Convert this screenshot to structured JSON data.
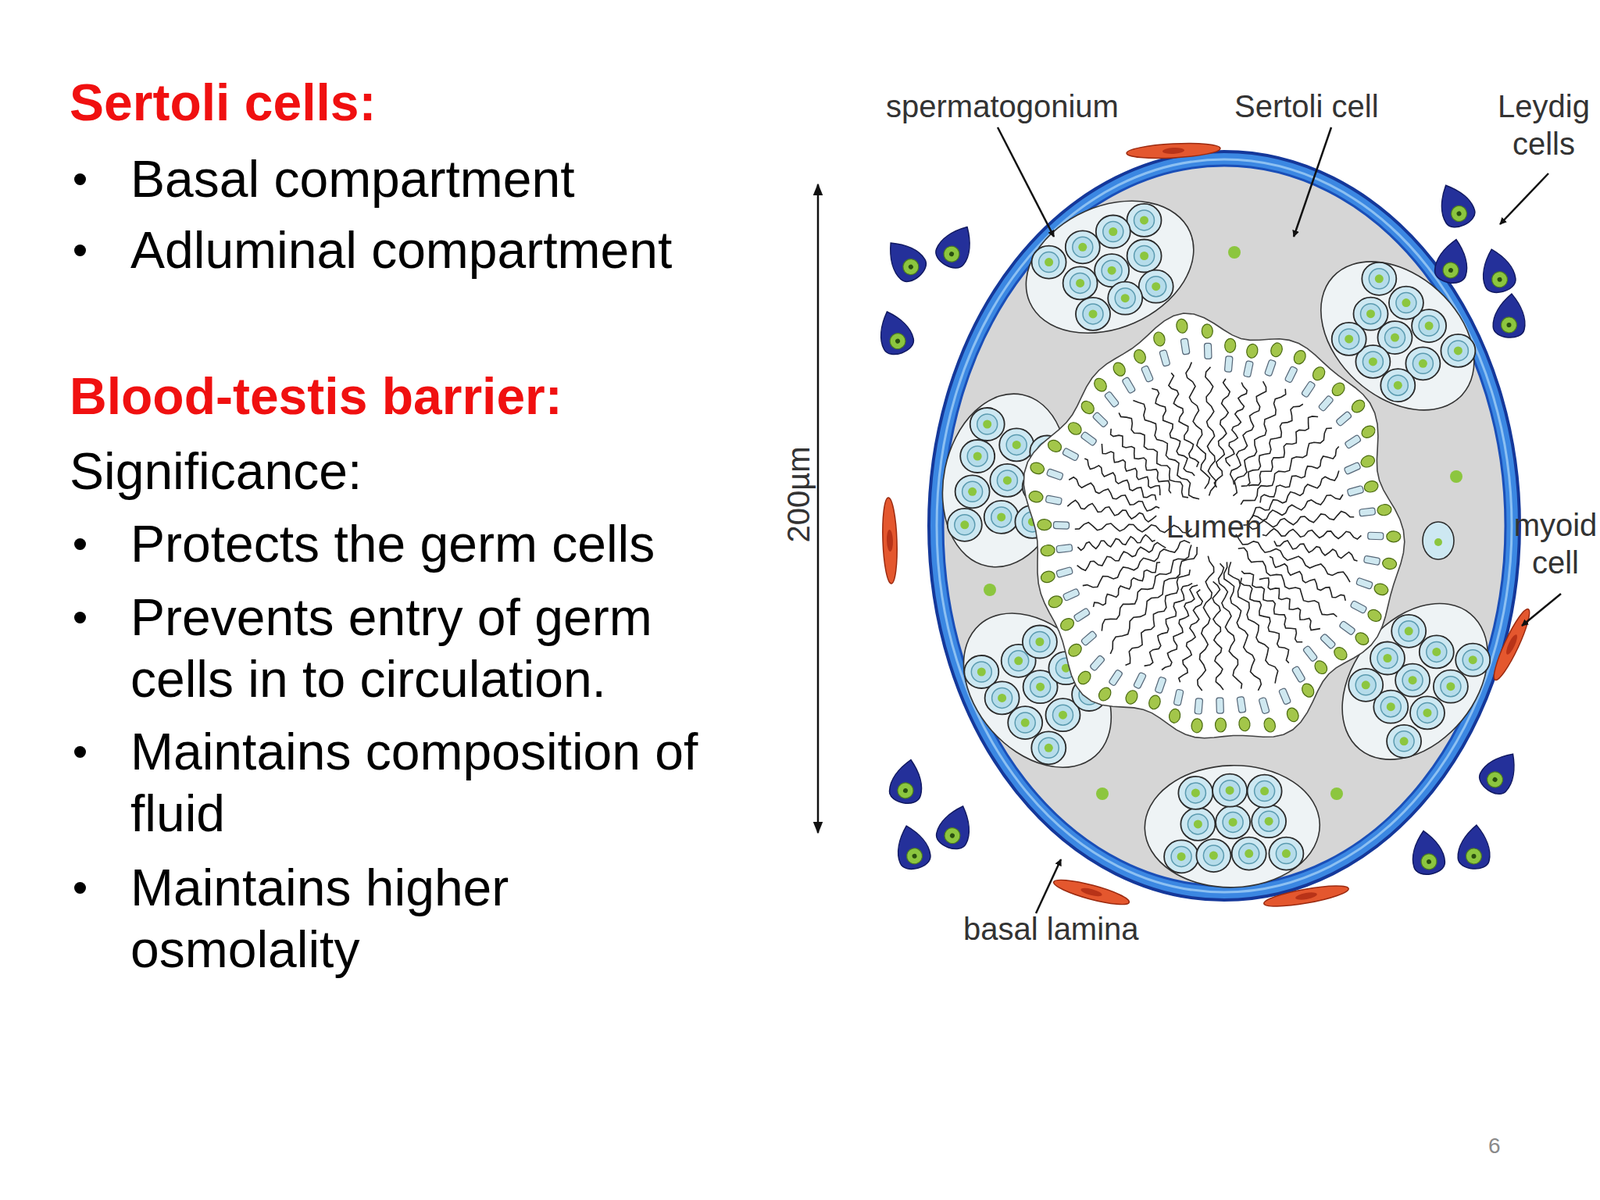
{
  "diagram": {
    "labels": [
      "Sertoli cells:",
      "Basal compartment",
      "Adluminal compartment",
      "Blood-testis barrier:",
      "Significance:",
      "Protects the germ cells",
      "Prevents entry of germ cells in to circulation.",
      "Maintains composition of fluid",
      "Maintains higher osmolality",
      "spermatogonium",
      "Sertoli cell",
      "Leydig cells",
      "200µm",
      "Lumen",
      "myoid cell",
      "basal lamina",
      "6"
    ]
  }
}
